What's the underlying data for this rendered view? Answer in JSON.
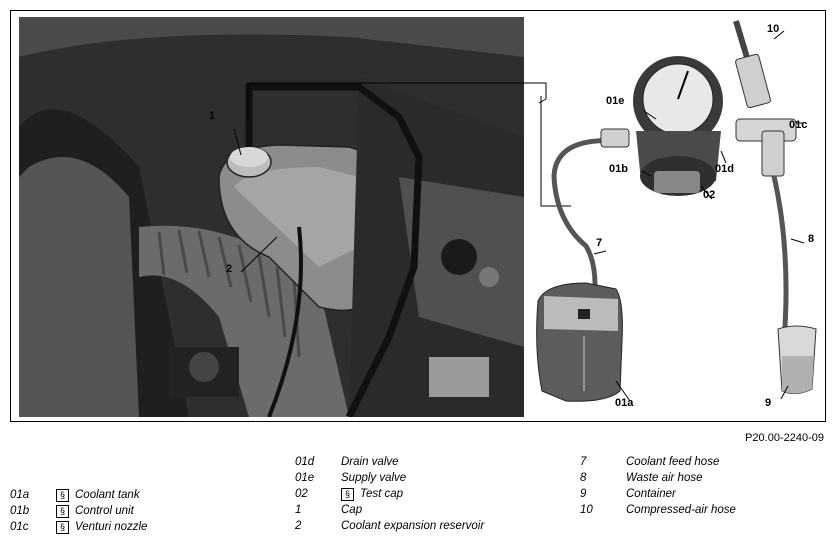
{
  "figure_ref": "P20.00-2240-09",
  "callouts": {
    "c1": "1",
    "c2": "2",
    "c7": "7",
    "c8": "8",
    "c9": "9",
    "c10": "10",
    "c01a": "01a",
    "c01b": "01b",
    "c01c": "01c",
    "c01d": "01d",
    "c01e": "01e",
    "c02": "02"
  },
  "legend": {
    "col1": [
      {
        "code": "01a",
        "symbol": "§",
        "text": "Coolant tank"
      },
      {
        "code": "01b",
        "symbol": "§",
        "text": "Control unit"
      },
      {
        "code": "01c",
        "symbol": "§",
        "text": "Venturi nozzle"
      }
    ],
    "col2": [
      {
        "code": "01d",
        "symbol": "",
        "text": "Drain valve"
      },
      {
        "code": "01e",
        "symbol": "",
        "text": "Supply valve"
      },
      {
        "code": "02",
        "symbol": "§",
        "text": "Test cap"
      },
      {
        "code": "1",
        "symbol": "",
        "text": "Cap"
      },
      {
        "code": "2",
        "symbol": "",
        "text": "Coolant expansion reservoir"
      }
    ],
    "col3": [
      {
        "code": "7",
        "text": "Coolant feed hose"
      },
      {
        "code": "8",
        "text": "Waste air hose"
      },
      {
        "code": "9",
        "text": "Container"
      },
      {
        "code": "10",
        "text": "Compressed-air hose"
      }
    ]
  }
}
